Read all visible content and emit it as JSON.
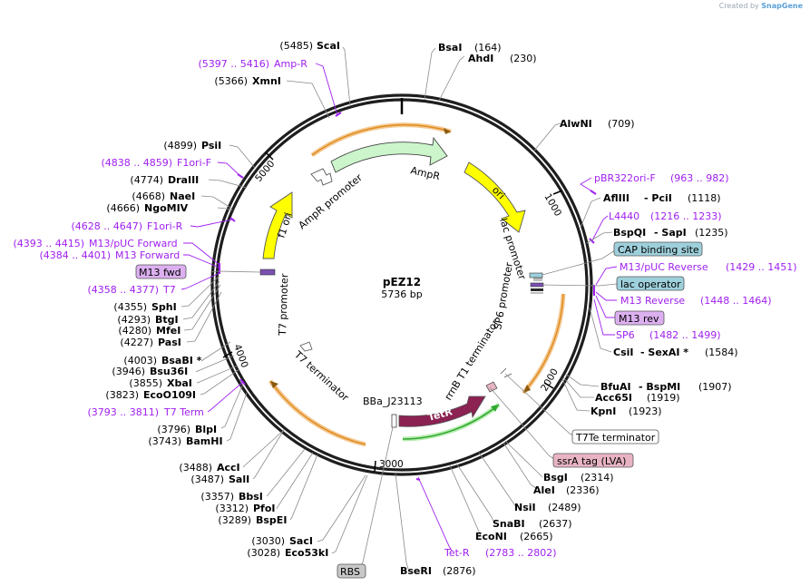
{
  "credit": {
    "prefix": "Created by",
    "brand": "SnapGene"
  },
  "plasmid": {
    "name": "pEZ12",
    "length": "5736 bp"
  },
  "ticks": [
    "1000",
    "2000",
    "3000",
    "4000",
    "5000"
  ],
  "features": {
    "ampr": "AmpR",
    "ampr_promoter": "AmpR promoter",
    "ori": "ori",
    "lac_promoter": "lac promoter",
    "sp6_promoter": "SP6 promoter",
    "rrnb": "rrnB T1 terminator",
    "tetr": "TetR",
    "bba": "BBa_J23113",
    "t7_terminator": "T7 terminator",
    "t7_promoter": "T7 promoter",
    "f1ori": "f1 ori"
  },
  "boxed": {
    "cap": "CAP binding site",
    "lac_operator": "lac operator",
    "m13rev": "M13 rev",
    "m13fwd": "M13 fwd",
    "t7te": "T7Te terminator",
    "ssra": "ssrA tag (LVA)",
    "rbs": "RBS"
  },
  "right_labels": {
    "bsai": [
      "BsaI",
      "(164)"
    ],
    "ahdi": [
      "AhdI",
      "(230)"
    ],
    "alwni": [
      "AlwNI",
      "(709)"
    ],
    "pbr": [
      "pBR322ori-F",
      "(963 .. 982)"
    ],
    "afliii": [
      "AflIII",
      "- PciI",
      "(1118)"
    ],
    "l4440": [
      "L4440",
      "(1216 .. 1233)"
    ],
    "bspqi": [
      "BspQI",
      "- SapI",
      "(1235)"
    ],
    "m13puc_rev": [
      "M13/pUC Reverse",
      "(1429 .. 1451)"
    ],
    "m13_reverse": [
      "M13 Reverse",
      "(1448 .. 1464)"
    ],
    "sp6": [
      "SP6",
      "(1482 .. 1499)"
    ],
    "csii": [
      "CsiI",
      "- SexAI *",
      "(1584)"
    ],
    "bfuai": [
      "BfuAI",
      "- BspMI",
      "(1907)"
    ],
    "acc65i": [
      "Acc65I",
      "(1919)"
    ],
    "kpni": [
      "KpnI",
      "(1923)"
    ],
    "bsgi": [
      "BsgI",
      "(2314)"
    ],
    "alei": [
      "AleI",
      "(2336)"
    ],
    "nsii": [
      "NsiI",
      "(2489)"
    ],
    "snabi": [
      "SnaBI",
      "(2637)"
    ],
    "econi": [
      "EcoNI",
      "(2665)"
    ],
    "tetr_primer": [
      "Tet-R",
      "(2783 .. 2802)"
    ],
    "bseri": [
      "BseRI",
      "(2876)"
    ]
  },
  "left_labels": {
    "scai": [
      "(5485)",
      "ScaI"
    ],
    "ampr_primer": [
      "(5397 .. 5416)",
      "Amp-R"
    ],
    "xmni": [
      "(5366)",
      "XmnI"
    ],
    "psii": [
      "(4899)",
      "PsiI"
    ],
    "f1ori_f": [
      "(4838 .. 4859)",
      "F1ori-F"
    ],
    "draiii": [
      "(4774)",
      "DraIII"
    ],
    "naei": [
      "(4668)",
      "NaeI"
    ],
    "ngomiv": [
      "(4666)",
      "NgoMIV"
    ],
    "f1ori_r": [
      "(4628 .. 4647)",
      "F1ori-R"
    ],
    "m13puc_fwd": [
      "(4393 .. 4415)",
      "M13/pUC Forward"
    ],
    "m13_forward": [
      "(4384 .. 4401)",
      "M13 Forward"
    ],
    "t7": [
      "(4358 .. 4377)",
      "T7"
    ],
    "sphi": [
      "(4355)",
      "SphI"
    ],
    "btgi": [
      "(4293)",
      "BtgI"
    ],
    "mfei": [
      "(4280)",
      "MfeI"
    ],
    "pasi": [
      "(4227)",
      "PasI"
    ],
    "bsabi": [
      "(4003)",
      "BsaBI *"
    ],
    "bsu36i": [
      "(3946)",
      "Bsu36I"
    ],
    "xbai": [
      "(3855)",
      "XbaI"
    ],
    "ecoo109i": [
      "(3823)",
      "EcoO109I"
    ],
    "t7term": [
      "(3793 .. 3811)",
      "T7 Term"
    ],
    "blpi": [
      "(3796)",
      "BlpI"
    ],
    "bamhi": [
      "(3743)",
      "BamHI"
    ],
    "acci": [
      "(3488)",
      "AccI"
    ],
    "sali": [
      "(3487)",
      "SalI"
    ],
    "bbsi": [
      "(3357)",
      "BbsI"
    ],
    "pfoi": [
      "(3312)",
      "PfoI"
    ],
    "bspei": [
      "(3289)",
      "BspEI"
    ],
    "saci": [
      "(3030)",
      "SacI"
    ],
    "eco53ki": [
      "(3028)",
      "Eco53kI"
    ]
  },
  "colors": {
    "primer": "#a020f0",
    "ampr_fill": "#ccf5cc",
    "ori_fill": "#ffff00",
    "tetr_fill": "#8b2252",
    "orange_arc": "#f0a030",
    "green_arc": "#2ea82e",
    "box_blue": "#9ed0dc",
    "box_purple": "#dcb0f0",
    "box_pink": "#e8b4c4",
    "box_gray": "#c8c8c8"
  }
}
